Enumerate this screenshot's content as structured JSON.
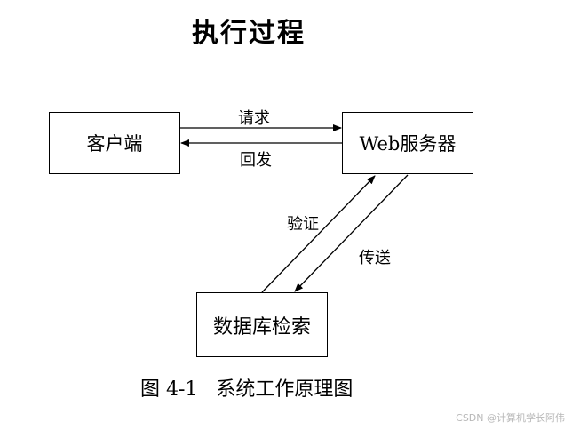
{
  "title": "执行过程",
  "nodes": {
    "client": "客户端",
    "server": "Web服务器",
    "database": "数据库检索"
  },
  "edges": {
    "request": "请求",
    "reply": "回发",
    "verify": "验证",
    "transmit": "传送"
  },
  "caption": "图 4-1   系统工作原理图",
  "watermark": "CSDN @计算机学长阿伟"
}
